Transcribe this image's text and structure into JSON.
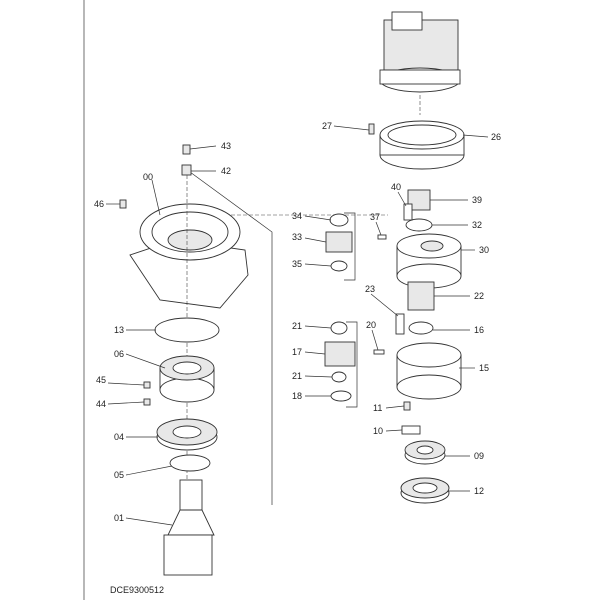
{
  "drawing_code": "DCE9300512",
  "part_labels": [
    "43",
    "42",
    "00",
    "46",
    "13",
    "06",
    "45",
    "44",
    "04",
    "05",
    "01",
    "27",
    "26",
    "40",
    "39",
    "37",
    "34",
    "32",
    "33",
    "30",
    "35",
    "23",
    "22",
    "21",
    "20",
    "16",
    "17",
    "15",
    "21",
    "18",
    "11",
    "10",
    "09",
    "12"
  ]
}
